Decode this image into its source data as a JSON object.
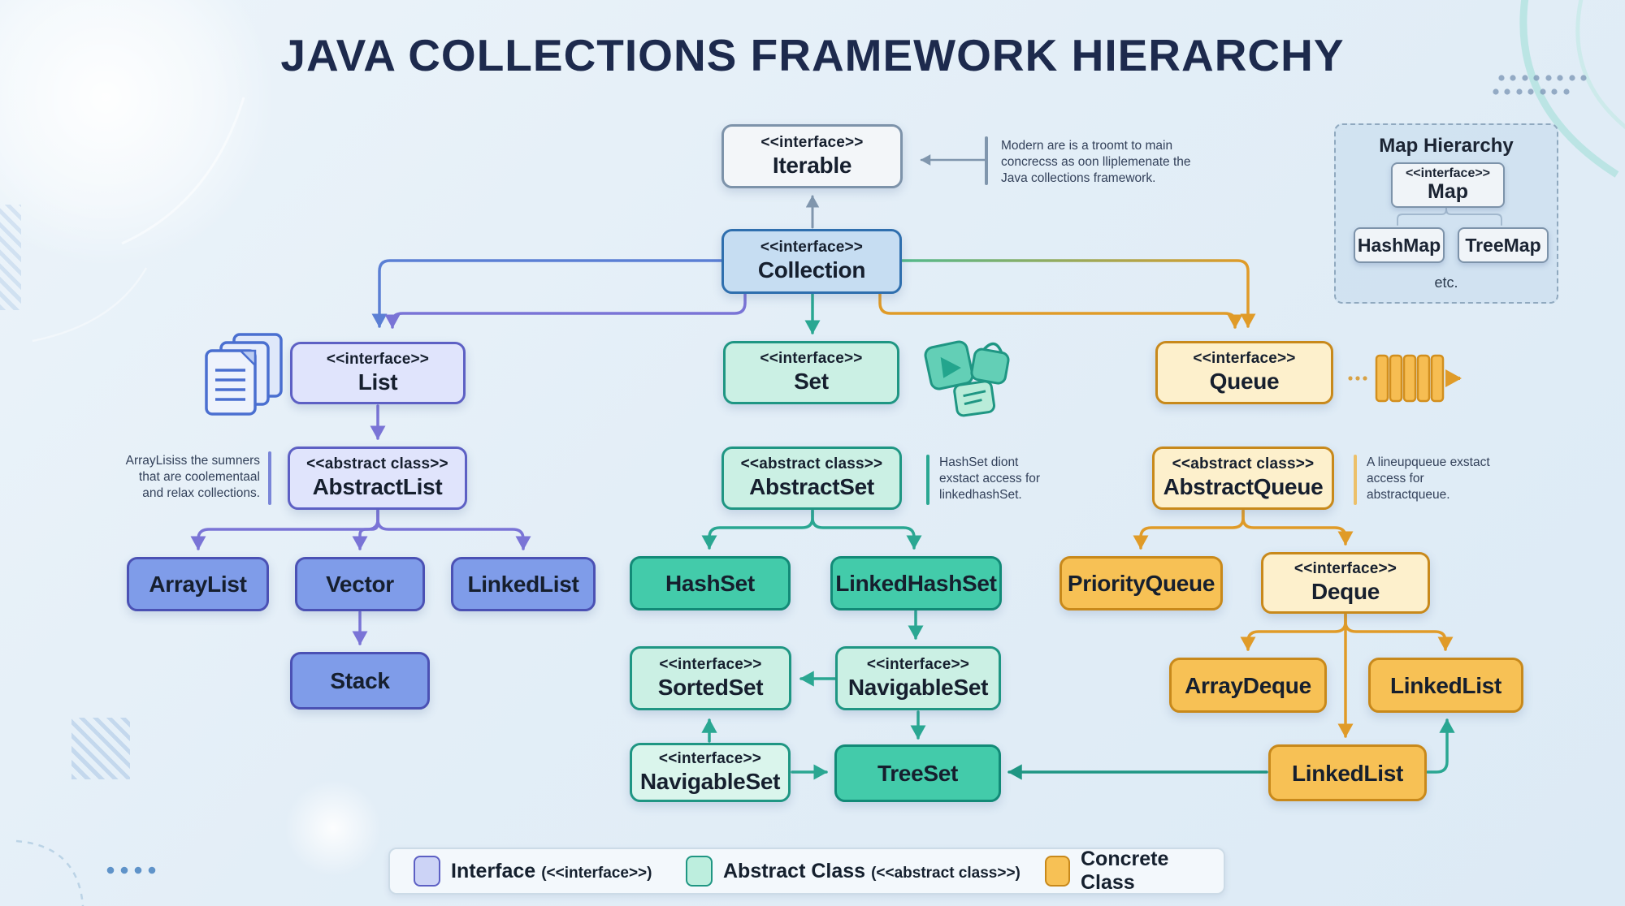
{
  "title": "JAVA COLLECTIONS FRAMEWORK HIERARCHY",
  "palette": {
    "title_text": "#1d2a4d",
    "interface_generic_fill": "#f3f6f9",
    "collection_fill": "#c6ddf2",
    "list_interface_fill": "#e0e4fc",
    "list_concrete_fill": "#7f9ce9",
    "set_interface_fill": "#cbf0e4",
    "set_concrete_fill": "#43cbaa",
    "queue_interface_fill": "#fdf0cc",
    "queue_concrete_fill": "#f7c155",
    "list_accent": "#5d60c4",
    "set_accent": "#2aa792",
    "queue_accent": "#e09b28",
    "neutral_accent": "#8096ad"
  },
  "nodes": {
    "iterable": {
      "stereotype": "<<interface>>",
      "name": "Iterable"
    },
    "collection": {
      "stereotype": "<<interface>>",
      "name": "Collection"
    },
    "list": {
      "stereotype": "<<interface>>",
      "name": "List"
    },
    "abstractList": {
      "stereotype": "<<abstract class>>",
      "name": "AbstractList"
    },
    "arrayList": {
      "name": "ArrayList"
    },
    "vector": {
      "name": "Vector"
    },
    "linkedListL": {
      "name": "LinkedList"
    },
    "stack": {
      "name": "Stack"
    },
    "set": {
      "stereotype": "<<interface>>",
      "name": "Set"
    },
    "abstractSet": {
      "stereotype": "<<abstract class>>",
      "name": "AbstractSet"
    },
    "hashSet": {
      "name": "HashSet"
    },
    "linkedHashSet": {
      "name": "LinkedHashSet"
    },
    "sortedSet": {
      "stereotype": "<<interface>>",
      "name": "SortedSet"
    },
    "navigableSetR": {
      "stereotype": "<<interface>>",
      "name": "NavigableSet"
    },
    "navigableSetB": {
      "stereotype": "<<interface>>",
      "name": "NavigableSet"
    },
    "treeSet": {
      "name": "TreeSet"
    },
    "queue": {
      "stereotype": "<<interface>>",
      "name": "Queue"
    },
    "abstractQueue": {
      "stereotype": "<<abstract class>>",
      "name": "AbstractQueue"
    },
    "priorityQueue": {
      "name": "PriorityQueue"
    },
    "deque": {
      "stereotype": "<<interface>>",
      "name": "Deque"
    },
    "arrayDeque": {
      "name": "ArrayDeque"
    },
    "linkedListR": {
      "name": "LinkedList"
    },
    "linkedListB": {
      "name": "LinkedList"
    }
  },
  "annotations": {
    "iterable": "Modern are is a troomt to main concrecss as oon lliplemenate the Java collections framework.",
    "list": "ArrayLisiss the sumners that are coolementaal and relax collections.",
    "set": "HashSet diont exstact access for linkedhashSet.",
    "queue": "A lineupqueue exstact access for abstractqueue."
  },
  "map_hierarchy": {
    "title": "Map Hierarchy",
    "map": {
      "stereotype": "<<interface>>",
      "name": "Map"
    },
    "hashMap": "HashMap",
    "treeMap": "TreeMap",
    "etc": "etc."
  },
  "legend": {
    "interface": {
      "label": "Interface",
      "suffix": "(<<interface>>)"
    },
    "abstract": {
      "label": "Abstract Class",
      "suffix": "(<<abstract class>>)"
    },
    "concrete": {
      "label": "Concrete Class",
      "suffix": ""
    }
  }
}
